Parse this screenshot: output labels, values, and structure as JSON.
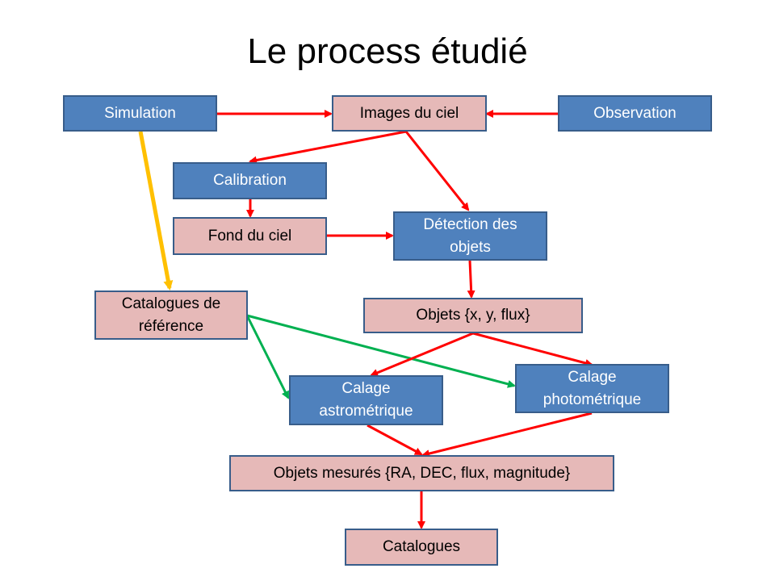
{
  "title": "Le process étudié",
  "colors": {
    "blue_box": "#4f81bd",
    "pink_box": "#e6b9b8",
    "box_border": "#385d8a",
    "arrow_red": "#ff0000",
    "arrow_yellow": "#ffc000",
    "arrow_green": "#00b050"
  },
  "nodes": {
    "simulation": "Simulation",
    "images_du_ciel": "Images du ciel",
    "observation": "Observation",
    "calibration": "Calibration",
    "fond_du_ciel": "Fond du ciel",
    "detection_des_objets": "Détection des\nobjets",
    "catalogues_de_reference": "Catalogues de\nréférence",
    "objets_xy_flux": "Objets {x, y, flux}",
    "calage_astrometrique": "Calage\nastrométrique",
    "calage_photometrique": "Calage\nphotométrique",
    "objets_mesures": "Objets mesurés {RA, DEC, flux, magnitude}",
    "catalogues": "Catalogues"
  },
  "edges": [
    {
      "from": "simulation",
      "to": "images_du_ciel",
      "color": "red"
    },
    {
      "from": "observation",
      "to": "images_du_ciel",
      "color": "red"
    },
    {
      "from": "images_du_ciel",
      "to": "calibration",
      "color": "red"
    },
    {
      "from": "images_du_ciel",
      "to": "detection_des_objets",
      "color": "red"
    },
    {
      "from": "calibration",
      "to": "fond_du_ciel",
      "color": "red"
    },
    {
      "from": "fond_du_ciel",
      "to": "detection_des_objets",
      "color": "red"
    },
    {
      "from": "detection_des_objets",
      "to": "objets_xy_flux",
      "color": "red"
    },
    {
      "from": "simulation",
      "to": "catalogues_de_reference",
      "color": "yellow"
    },
    {
      "from": "catalogues_de_reference",
      "to": "calage_astrometrique",
      "color": "green"
    },
    {
      "from": "catalogues_de_reference",
      "to": "calage_photometrique",
      "color": "green"
    },
    {
      "from": "objets_xy_flux",
      "to": "calage_astrometrique",
      "color": "red"
    },
    {
      "from": "objets_xy_flux",
      "to": "calage_photometrique",
      "color": "red"
    },
    {
      "from": "calage_astrometrique",
      "to": "objets_mesures",
      "color": "red"
    },
    {
      "from": "calage_photometrique",
      "to": "objets_mesures",
      "color": "red"
    },
    {
      "from": "objets_mesures",
      "to": "catalogues",
      "color": "red"
    }
  ]
}
